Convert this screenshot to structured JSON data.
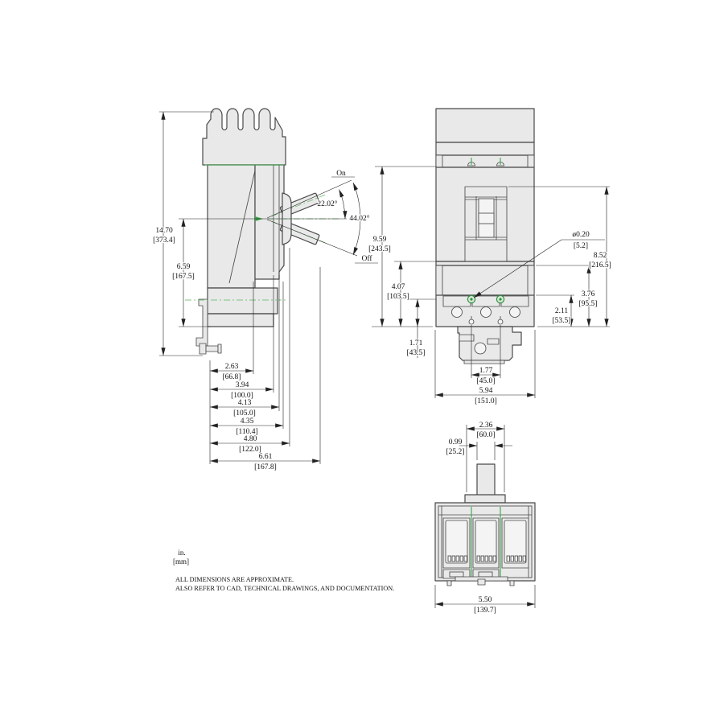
{
  "notes": {
    "units_primary": "in.",
    "units_secondary": "[mm]",
    "line1": "ALL DIMENSIONS ARE APPROXIMATE.",
    "line2": "ALSO REFER TO CAD, TECHNICAL DRAWINGS, AND DOCUMENTATION."
  },
  "colors": {
    "body_fill": "#e9e9e9",
    "outline": "#4a4a4a",
    "accent_green": "#3aa44a",
    "centerline_green": "#7cc47f"
  },
  "side_view": {
    "labels": {
      "on": "On",
      "off": "Off"
    },
    "angles": {
      "on_to_center": "22.02°",
      "on_to_off": "44.02°"
    },
    "dims": {
      "total_height": {
        "in": "14.70",
        "mm": "[373.4]"
      },
      "centerline_height": {
        "in": "6.59",
        "mm": "[167.5]"
      },
      "depth_1": {
        "in": "2.63",
        "mm": "[66.8]"
      },
      "depth_2": {
        "in": "3.94",
        "mm": "[100.0]"
      },
      "depth_3": {
        "in": "4.13",
        "mm": "[105.0]"
      },
      "depth_4": {
        "in": "4.35",
        "mm": "[110.4]"
      },
      "depth_5": {
        "in": "4.80",
        "mm": "[122.0]"
      },
      "depth_overall": {
        "in": "6.61",
        "mm": "[167.8]"
      }
    }
  },
  "front_view": {
    "dims": {
      "body_height": {
        "in": "9.59",
        "mm": "[243.5]"
      },
      "escutcheon_height": {
        "in": "8.52",
        "mm": "[216.5]"
      },
      "lower_height": {
        "in": "4.07",
        "mm": "[103.5]"
      },
      "terminal_height": {
        "in": "3.76",
        "mm": "[95.5]"
      },
      "band_height": {
        "in": "2.11",
        "mm": "[53.5]"
      },
      "foot_height": {
        "in": "1.71",
        "mm": "[43.5]"
      },
      "mounting_hole": {
        "in": "ø0.20",
        "mm": "[5.2]"
      },
      "hole_spacing": {
        "in": "1.77",
        "mm": "[45.0]"
      },
      "overall_width": {
        "in": "5.94",
        "mm": "[151.0]"
      }
    }
  },
  "bottom_view": {
    "dims": {
      "escutcheon_width": {
        "in": "2.36",
        "mm": "[60.0]"
      },
      "handle_width": {
        "in": "0.99",
        "mm": "[25.2]"
      },
      "overall_depth": {
        "in": "5.50",
        "mm": "[139.7]"
      }
    }
  }
}
